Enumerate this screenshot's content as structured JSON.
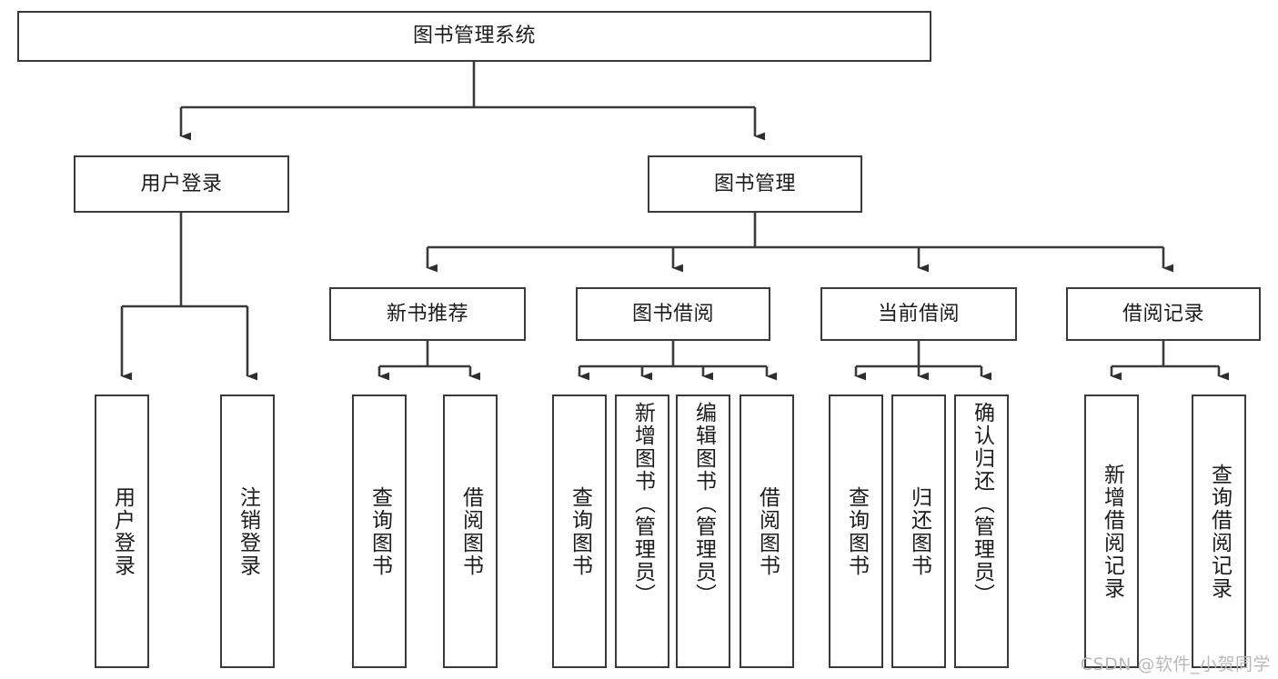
{
  "diagram": {
    "title": "图书管理系统",
    "type": "tree-hierarchy",
    "watermark": "CSDN @软件_小贺同学",
    "stroke_color": "#3a3a3a",
    "text_color": "#1c1c1c",
    "background": "#ffffff"
  },
  "nodes": {
    "root": {
      "label": "图书管理系统",
      "level": 1
    },
    "level2": [
      {
        "id": "user-login",
        "label": "用户登录"
      },
      {
        "id": "book-manage",
        "label": "图书管理"
      }
    ],
    "level3": [
      {
        "id": "new-book-recommend",
        "label": "新书推荐"
      },
      {
        "id": "book-borrow",
        "label": "图书借阅"
      },
      {
        "id": "current-borrow",
        "label": "当前借阅"
      },
      {
        "id": "borrow-record",
        "label": "借阅记录"
      }
    ],
    "leaves": {
      "user-login": [
        {
          "id": "leaf-user-login",
          "label": "用户登录"
        },
        {
          "id": "leaf-logout-login",
          "label": "注销登录"
        }
      ],
      "new-book-recommend": [
        {
          "id": "leaf-query-book-1",
          "label": "查询图书"
        },
        {
          "id": "leaf-borrow-book-1",
          "label": "借阅图书"
        }
      ],
      "book-borrow": [
        {
          "id": "leaf-query-book-2",
          "label": "查询图书"
        },
        {
          "id": "leaf-add-book",
          "label": "新增图书（管理员）"
        },
        {
          "id": "leaf-edit-book",
          "label": "编辑图书（管理员）"
        },
        {
          "id": "leaf-borrow-book-2",
          "label": "借阅图书"
        }
      ],
      "current-borrow": [
        {
          "id": "leaf-query-book-3",
          "label": "查询图书"
        },
        {
          "id": "leaf-return-book",
          "label": "归还图书"
        },
        {
          "id": "leaf-confirm-return",
          "label": "确认归还（管理员）"
        }
      ],
      "borrow-record": [
        {
          "id": "leaf-add-record",
          "label": "新增借阅记录"
        },
        {
          "id": "leaf-query-record",
          "label": "查询借阅记录"
        }
      ]
    }
  }
}
